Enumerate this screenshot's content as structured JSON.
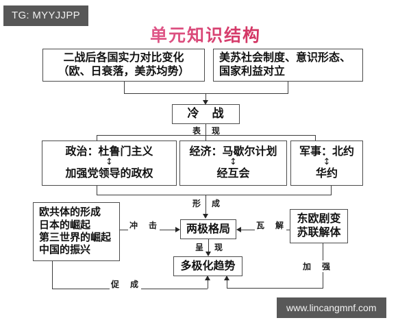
{
  "overlay": {
    "tag_badge": "TG: MYYJJPP",
    "watermark": "www.lincangmnf.com"
  },
  "title": "单元知识结构",
  "colors": {
    "title_accent": "#cf2a57",
    "box_border": "#4a4a4a",
    "connector": "#3a3a3a",
    "badge_bg": "#575757",
    "page_bg": "#ffffff"
  },
  "nodes": {
    "cause_left": {
      "lines": [
        "二战后各国实力对比变化",
        "（欧、日衰落，美苏均势）"
      ]
    },
    "cause_right": {
      "lines": [
        "美苏社会制度、意识形态、",
        "国家利益对立"
      ]
    },
    "cold_war": {
      "lines": [
        "冷　战"
      ]
    },
    "politics": {
      "lines": [
        "政治：杜鲁门主义",
        "加强党领导的政权"
      ],
      "separator": "↕"
    },
    "economy": {
      "lines": [
        "经济：马歇尔计划",
        "经互会"
      ],
      "separator": "↕"
    },
    "military": {
      "lines": [
        "军事：北约",
        "华约"
      ],
      "separator": "↕"
    },
    "rising_forces": {
      "lines": [
        "欧共体的形成",
        "日本的崛起",
        "第三世界的崛起",
        "中国的振兴"
      ]
    },
    "bipolar": {
      "lines": [
        "两极格局"
      ]
    },
    "collapse": {
      "lines": [
        "东欧剧变",
        "苏联解体"
      ]
    },
    "multipolar": {
      "lines": [
        "多极化趋势"
      ]
    }
  },
  "edge_labels": {
    "manifestation": "表　现",
    "formation": "形　成",
    "impact": "冲　击",
    "disintegration": "瓦　解",
    "emergence": "呈　现",
    "strengthen": "加　强",
    "promote": "促　成"
  }
}
